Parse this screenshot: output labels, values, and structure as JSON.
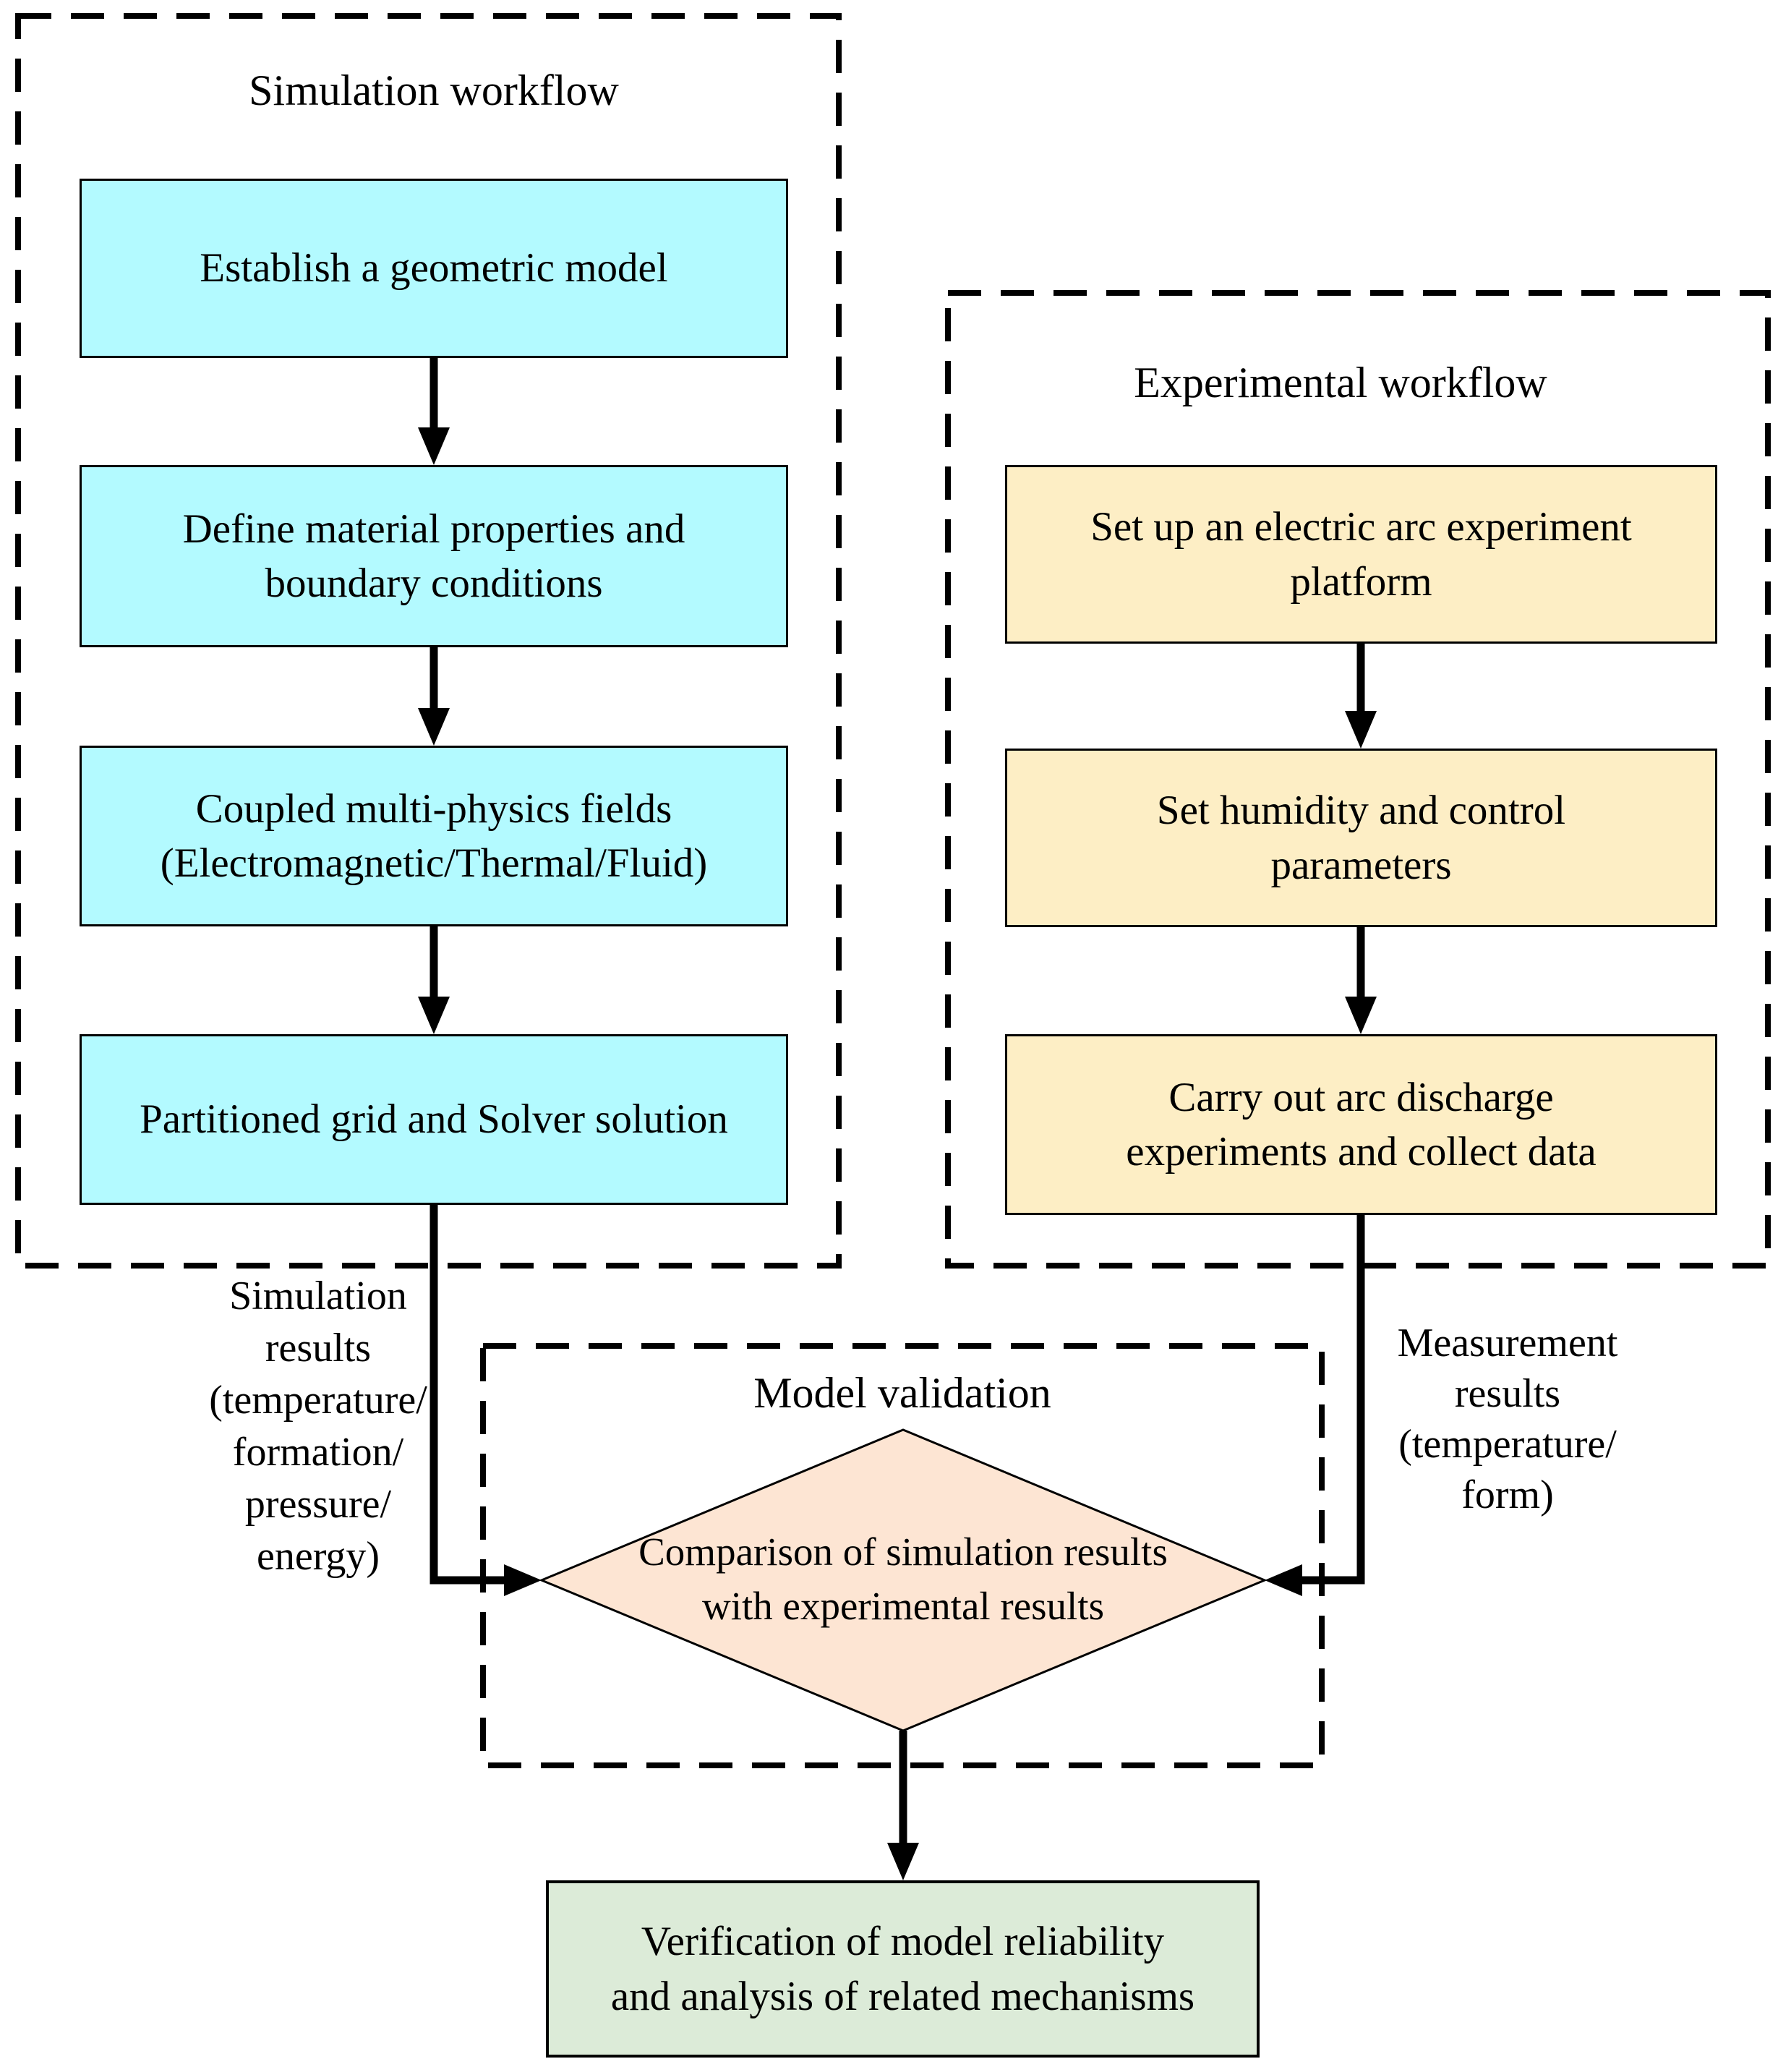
{
  "colors": {
    "process_cyan": "#b3faff",
    "process_yellow": "#fdeec5",
    "decision_peach": "#fde5d3",
    "result_green": "#dcebd8",
    "line_black": "#000000"
  },
  "simulation_workflow": {
    "title": "Simulation workflow",
    "steps": [
      {
        "label": "Establish a geometric model"
      },
      {
        "label": "Define material properties and\nboundary conditions"
      },
      {
        "label": "Coupled multi-physics fields\n(Electromagnetic/Thermal/Fluid)"
      },
      {
        "label": "Partitioned grid and Solver solution"
      }
    ],
    "output_label": "Simulation\nresults\n(temperature/\nformation/\npressure/\nenergy)"
  },
  "experimental_workflow": {
    "title": "Experimental workflow",
    "steps": [
      {
        "label": "Set up an electric arc experiment\nplatform"
      },
      {
        "label": "Set humidity and control\nparameters"
      },
      {
        "label": "Carry out arc discharge\nexperiments and collect data"
      }
    ],
    "output_label": "Measurement\nresults\n(temperature/\nform)"
  },
  "model_validation": {
    "title": "Model validation",
    "decision_label": "Comparison of simulation results\nwith experimental results"
  },
  "conclusion": {
    "label": "Verification of model reliability\nand analysis of related mechanisms"
  }
}
